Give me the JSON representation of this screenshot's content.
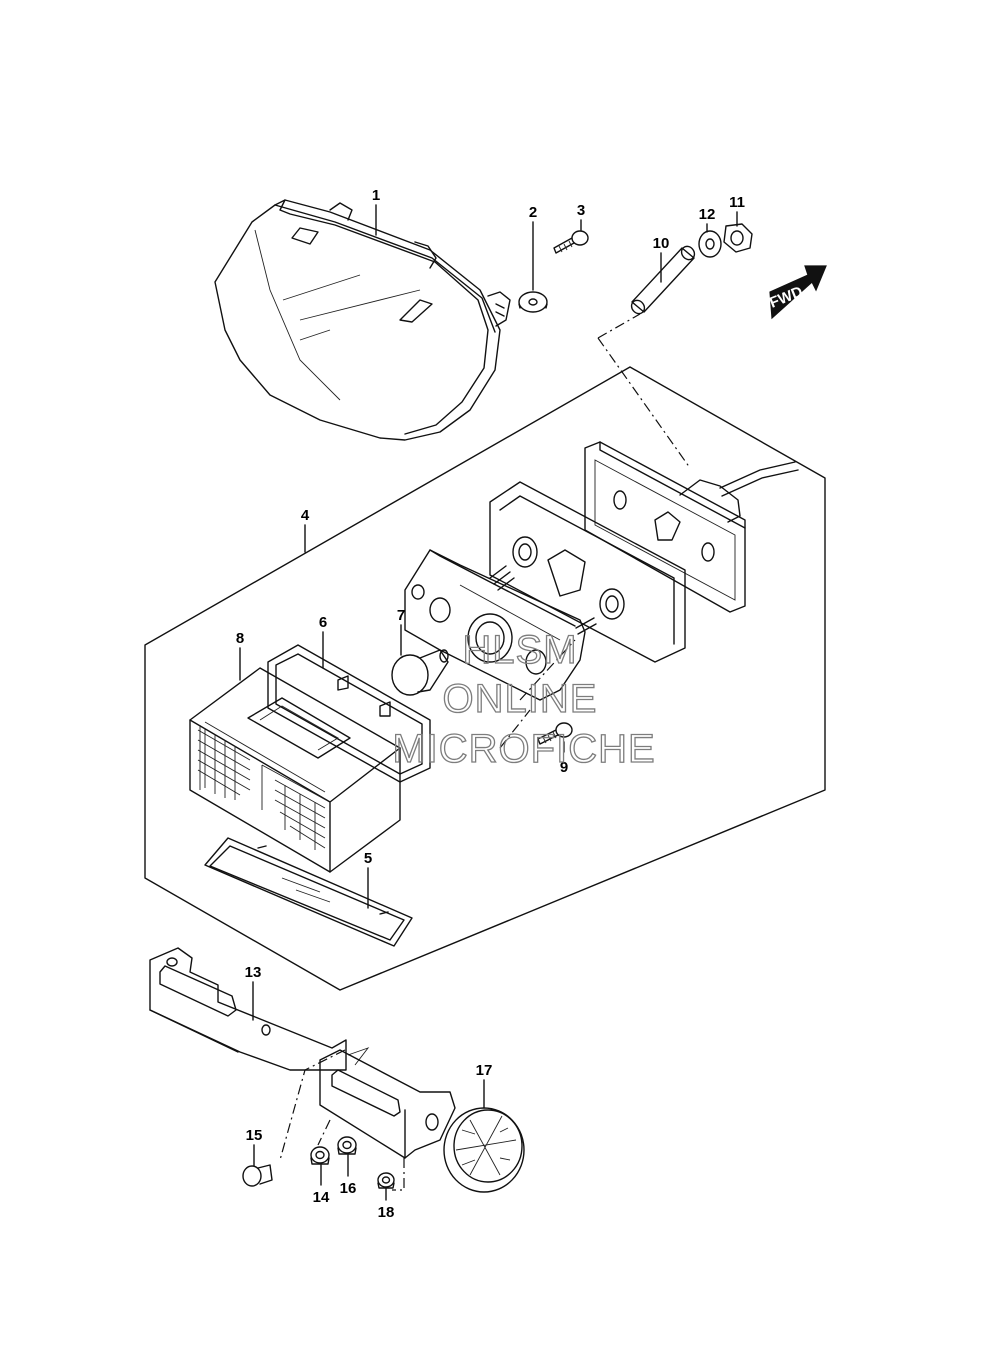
{
  "callouts": [
    "1",
    "2",
    "3",
    "4",
    "5",
    "6",
    "7",
    "8",
    "9",
    "10",
    "11",
    "12",
    "13",
    "14",
    "15",
    "16",
    "17",
    "18"
  ],
  "direction_badge": "FWD",
  "watermark": [
    "HLSM",
    "ONLINE",
    "MICROFICHE"
  ],
  "icons": {
    "direction": "fwd-arrow-icon"
  }
}
